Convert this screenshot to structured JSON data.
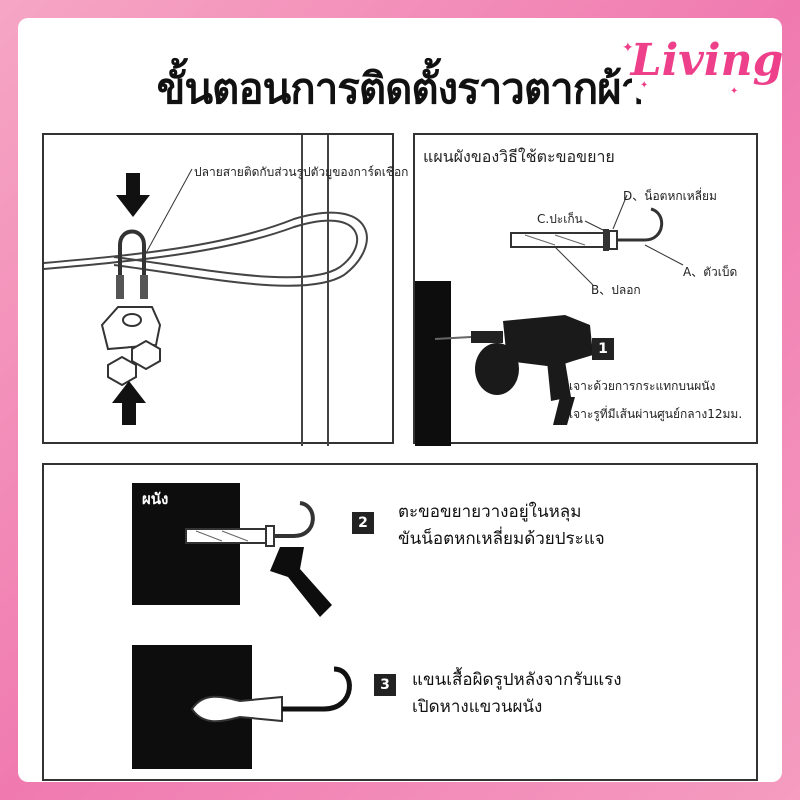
{
  "title": "ขั้นตอนการติดตั้งราวตากผ้า",
  "logo": {
    "text": "Living",
    "color": "#ee3f8a"
  },
  "panel1": {
    "callout": "ปลายสายติดกับส่วนรูปตัวยูของการ์ดเชือก"
  },
  "panel2": {
    "title": "แผนผังของวิธีใช้ตะขอขยาย",
    "parts": {
      "d": "D、น็อตหกเหลี่ยม",
      "c": "C.ปะเก็น",
      "a": "A、ตัวเบ็ด",
      "b": "B、ปลอก"
    },
    "step": {
      "number": "1",
      "line1": "เจาะด้วยการกระแทกบนผนัง",
      "line2": "เจาะรูที่มีเส้นผ่านศูนย์กลาง12มม."
    }
  },
  "panel3": {
    "wall_label": "ผนัง",
    "step2": {
      "number": "2",
      "line1": "ตะขอขยายวางอยู่ในหลุม",
      "line2": "ขันน็อตหกเหลี่ยมด้วยประแจ"
    },
    "step3": {
      "number": "3",
      "line1": "แขนเสื้อผิดรูปหลังจากรับแรง",
      "line2": "เปิดหางแขวนผนัง"
    }
  },
  "colors": {
    "frame": "#f07ab0",
    "ink": "#222222",
    "wall": "#0d0d0d"
  }
}
